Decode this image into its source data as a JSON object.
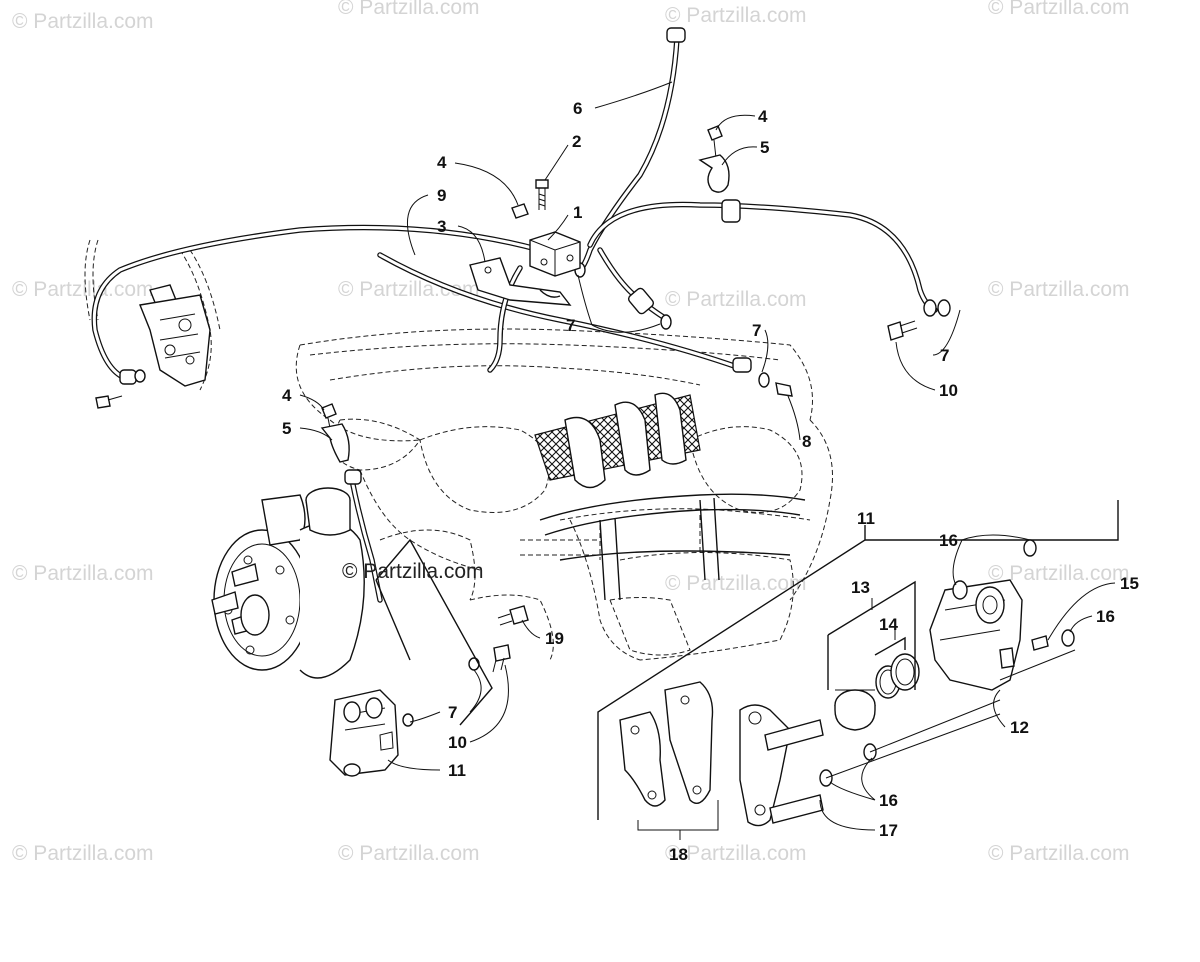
{
  "watermark": {
    "text": "© Partzilla.com",
    "center_text": "© Partzilla.com"
  },
  "callouts": {
    "c1": "1",
    "c2": "2",
    "c3": "3",
    "c4a": "4",
    "c4b": "4",
    "c4c": "4",
    "c5a": "5",
    "c5b": "5",
    "c6": "6",
    "c7a": "7",
    "c7b": "7",
    "c7c": "7",
    "c7d": "7",
    "c8": "8",
    "c9": "9",
    "c10a": "10",
    "c10b": "10",
    "c11a": "11",
    "c11b": "11",
    "c12": "12",
    "c13": "13",
    "c14": "14",
    "c15": "15",
    "c16a": "16",
    "c16b": "16",
    "c16c": "16",
    "c17": "17",
    "c18": "18",
    "c19": "19"
  }
}
